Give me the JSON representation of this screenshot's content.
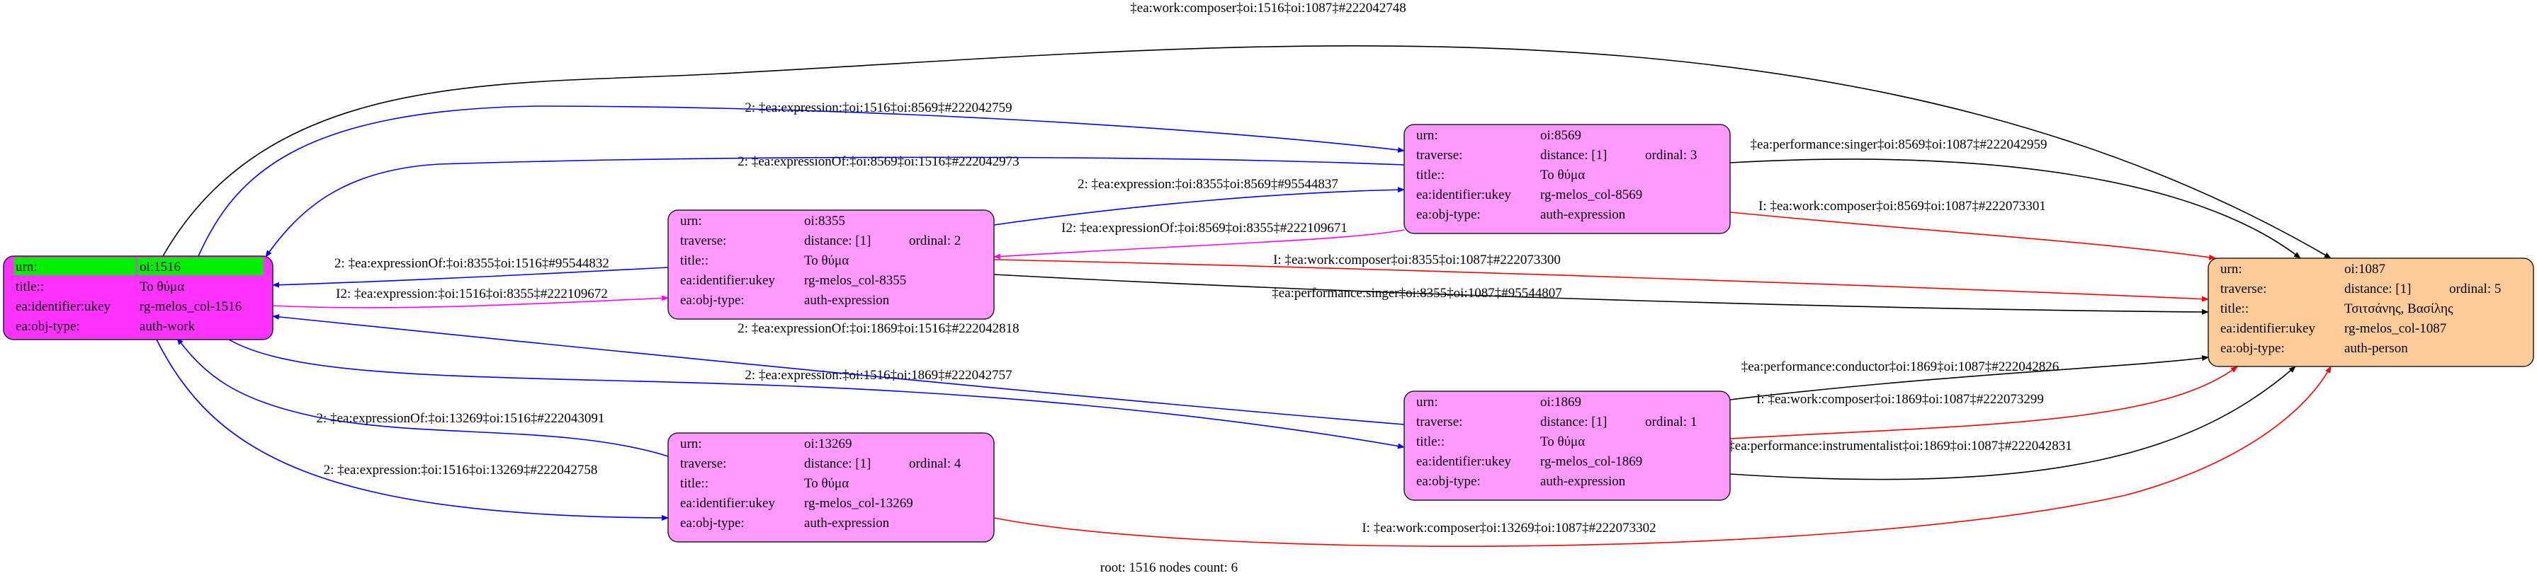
{
  "colors": {
    "root_fill": "#ff33ff",
    "expression_fill": "#ff99ff",
    "person_fill": "#ffcc99",
    "root_highlight": "#00ee00",
    "expression_edge": "#0000ff",
    "inverse_edge": "#ff00ff",
    "composer_edge": "#ff0000",
    "performance_edge": "#000000"
  },
  "nodes": [
    {
      "id": "oi:1516",
      "kind": "root",
      "rows": [
        {
          "label": "urn:",
          "value": "oi:1516"
        },
        {
          "label": "title::",
          "value": "Το θύμα"
        },
        {
          "label": "ea:identifier:ukey",
          "value": "rg-melos_col-1516"
        },
        {
          "label": "ea:obj-type:",
          "value": "auth-work"
        }
      ]
    },
    {
      "id": "oi:8569",
      "kind": "expression",
      "rows": [
        {
          "label": "urn:",
          "value": "oi:8569"
        },
        {
          "label": "traverse:",
          "value": "distance: [1]",
          "extra": "ordinal: 3"
        },
        {
          "label": "title::",
          "value": "Το θύμα"
        },
        {
          "label": "ea:identifier:ukey",
          "value": "rg-melos_col-8569"
        },
        {
          "label": "ea:obj-type:",
          "value": "auth-expression"
        }
      ]
    },
    {
      "id": "oi:8355",
      "kind": "expression",
      "rows": [
        {
          "label": "urn:",
          "value": "oi:8355"
        },
        {
          "label": "traverse:",
          "value": "distance: [1]",
          "extra": "ordinal: 2"
        },
        {
          "label": "title::",
          "value": "Το θύμα"
        },
        {
          "label": "ea:identifier:ukey",
          "value": "rg-melos_col-8355"
        },
        {
          "label": "ea:obj-type:",
          "value": "auth-expression"
        }
      ]
    },
    {
      "id": "oi:1869",
      "kind": "expression",
      "rows": [
        {
          "label": "urn:",
          "value": "oi:1869"
        },
        {
          "label": "traverse:",
          "value": "distance: [1]",
          "extra": "ordinal: 1"
        },
        {
          "label": "title::",
          "value": "Το θύμα"
        },
        {
          "label": "ea:identifier:ukey",
          "value": "rg-melos_col-1869"
        },
        {
          "label": "ea:obj-type:",
          "value": "auth-expression"
        }
      ]
    },
    {
      "id": "oi:13269",
      "kind": "expression",
      "rows": [
        {
          "label": "urn:",
          "value": "oi:13269"
        },
        {
          "label": "traverse:",
          "value": "distance: [1]",
          "extra": "ordinal: 4"
        },
        {
          "label": "title::",
          "value": "Το θύμα"
        },
        {
          "label": "ea:identifier:ukey",
          "value": "rg-melos_col-13269"
        },
        {
          "label": "ea:obj-type:",
          "value": "auth-expression"
        }
      ]
    },
    {
      "id": "oi:1087",
      "kind": "person",
      "rows": [
        {
          "label": "urn:",
          "value": "oi:1087"
        },
        {
          "label": "traverse:",
          "value": "distance: [1]",
          "extra": "ordinal: 5"
        },
        {
          "label": "title::",
          "value": "Τσιτσάνης, Βασίλης"
        },
        {
          "label": "ea:identifier:ukey",
          "value": "rg-melos_col-1087"
        },
        {
          "label": "ea:obj-type:",
          "value": "auth-person"
        }
      ]
    }
  ],
  "edges": [
    {
      "from": "oi:1516",
      "to": "oi:1087",
      "type": "performance",
      "label": "‡ea:work:composer‡oi:1516‡oi:1087‡#222042748"
    },
    {
      "from": "oi:1516",
      "to": "oi:8569",
      "type": "expression",
      "label": "2: ‡ea:expression:‡oi:1516‡oi:8569‡#222042759"
    },
    {
      "from": "oi:8569",
      "to": "oi:1516",
      "type": "expression",
      "label": "2: ‡ea:expressionOf:‡oi:8569‡oi:1516‡#222042973"
    },
    {
      "from": "oi:8355",
      "to": "oi:8569",
      "type": "expression",
      "label": "2: ‡ea:expression:‡oi:8355‡oi:8569‡#95544837"
    },
    {
      "from": "oi:8569",
      "to": "oi:8355",
      "type": "inverse",
      "label": "I2: ‡ea:expressionOf:‡oi:8569‡oi:8355‡#222109671"
    },
    {
      "from": "oi:8569",
      "to": "oi:1087",
      "type": "composer",
      "label": "I: ‡ea:work:composer‡oi:8569‡oi:1087‡#222073301"
    },
    {
      "from": "oi:8569",
      "to": "oi:1087",
      "type": "performance",
      "label": "‡ea:performance:singer‡oi:8569‡oi:1087‡#222042959"
    },
    {
      "from": "oi:8355",
      "to": "oi:1516",
      "type": "expression",
      "label": "2: ‡ea:expressionOf:‡oi:8355‡oi:1516‡#95544832"
    },
    {
      "from": "oi:1516",
      "to": "oi:8355",
      "type": "inverse",
      "label": "I2: ‡ea:expression:‡oi:1516‡oi:8355‡#222109672"
    },
    {
      "from": "oi:8355",
      "to": "oi:1087",
      "type": "composer",
      "label": "I: ‡ea:work:composer‡oi:8355‡oi:1087‡#222073300"
    },
    {
      "from": "oi:8355",
      "to": "oi:1087",
      "type": "performance",
      "label": "‡ea:performance:singer‡oi:8355‡oi:1087‡#95544807"
    },
    {
      "from": "oi:1869",
      "to": "oi:1516",
      "type": "expression",
      "label": "2: ‡ea:expressionOf:‡oi:1869‡oi:1516‡#222042818"
    },
    {
      "from": "oi:1516",
      "to": "oi:1869",
      "type": "expression",
      "label": "2: ‡ea:expression:‡oi:1516‡oi:1869‡#222042757"
    },
    {
      "from": "oi:1869",
      "to": "oi:1087",
      "type": "performance",
      "label": "‡ea:performance:conductor‡oi:1869‡oi:1087‡#222042826"
    },
    {
      "from": "oi:1869",
      "to": "oi:1087",
      "type": "composer",
      "label": "I: ‡ea:work:composer‡oi:1869‡oi:1087‡#222073299"
    },
    {
      "from": "oi:1869",
      "to": "oi:1087",
      "type": "performance",
      "label": "‡ea:performance:instrumentalist‡oi:1869‡oi:1087‡#222042831"
    },
    {
      "from": "oi:13269",
      "to": "oi:1516",
      "type": "expression",
      "label": "2: ‡ea:expressionOf:‡oi:13269‡oi:1516‡#222043091"
    },
    {
      "from": "oi:1516",
      "to": "oi:13269",
      "type": "expression",
      "label": "2: ‡ea:expression:‡oi:1516‡oi:13269‡#222042758"
    },
    {
      "from": "oi:13269",
      "to": "oi:1087",
      "type": "composer",
      "label": "I: ‡ea:work:composer‡oi:13269‡oi:1087‡#222073302"
    }
  ],
  "footer": "root: 1516 nodes count: 6"
}
